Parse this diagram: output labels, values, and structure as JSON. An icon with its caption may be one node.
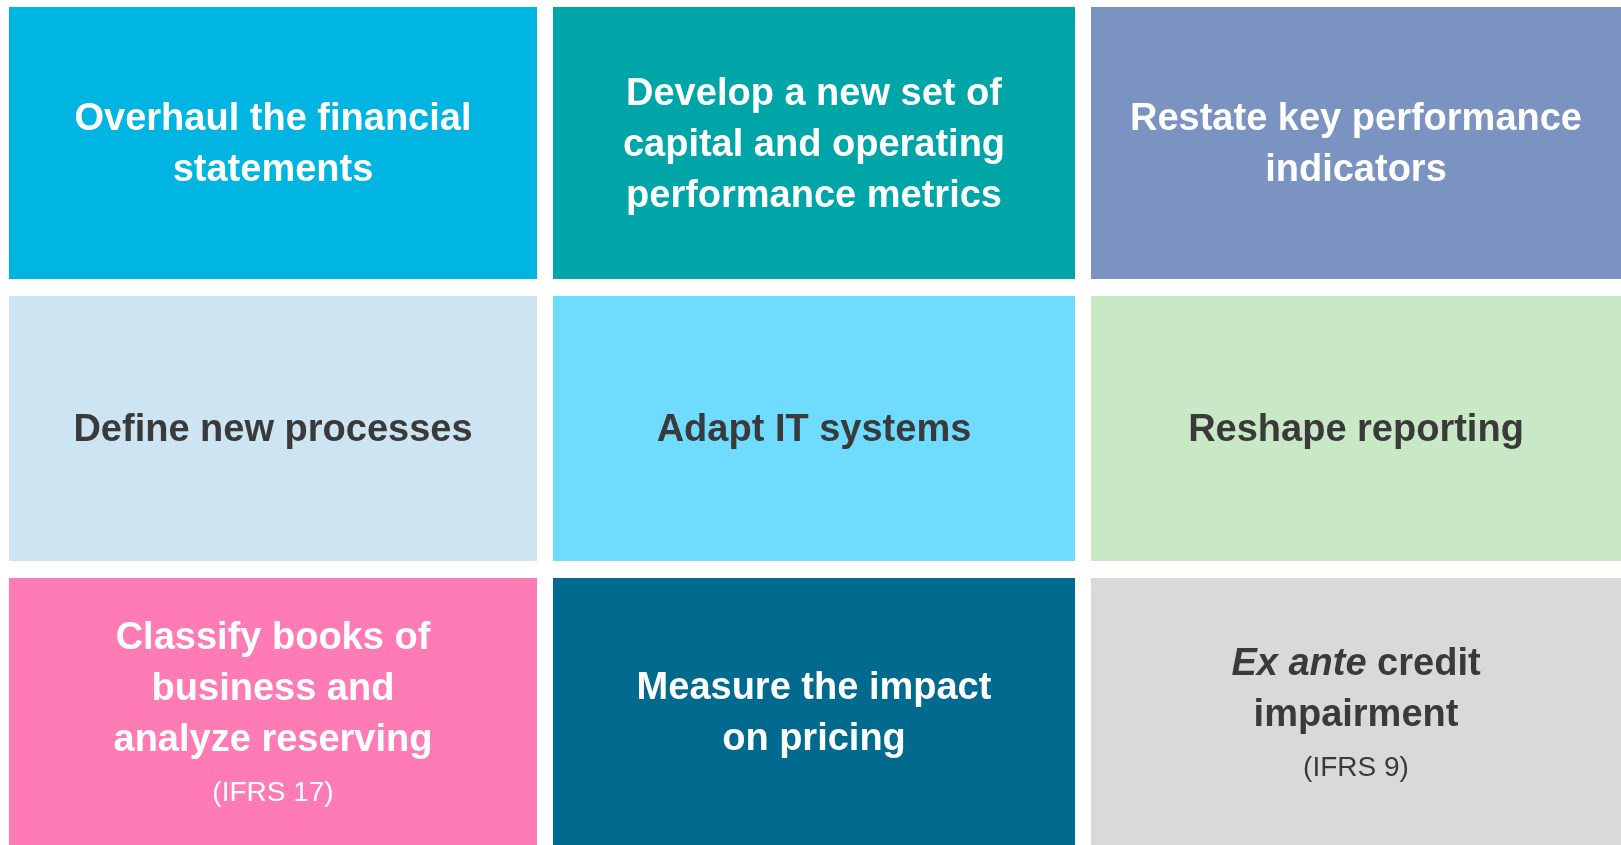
{
  "diagram": {
    "nodes": [
      {
        "text": [
          "Overhaul the financial statements"
        ]
      },
      {
        "text": [
          "Develop a new set of capital and operating performance metrics"
        ]
      },
      {
        "text": [
          "Restate key performance indicators"
        ]
      },
      {
        "text": [
          "Define new processes"
        ]
      },
      {
        "text": [
          "Adapt IT systems"
        ]
      },
      {
        "text": [
          "Reshape reporting"
        ]
      },
      {
        "text": [
          "Classify books of business and analyze reserving",
          "(IFRS 17)"
        ]
      },
      {
        "text": [
          "Measure the impact on pricing"
        ]
      },
      {
        "text": [
          "*Ex ante* credit impairment",
          "(IFRS 9)"
        ]
      }
    ]
  }
}
